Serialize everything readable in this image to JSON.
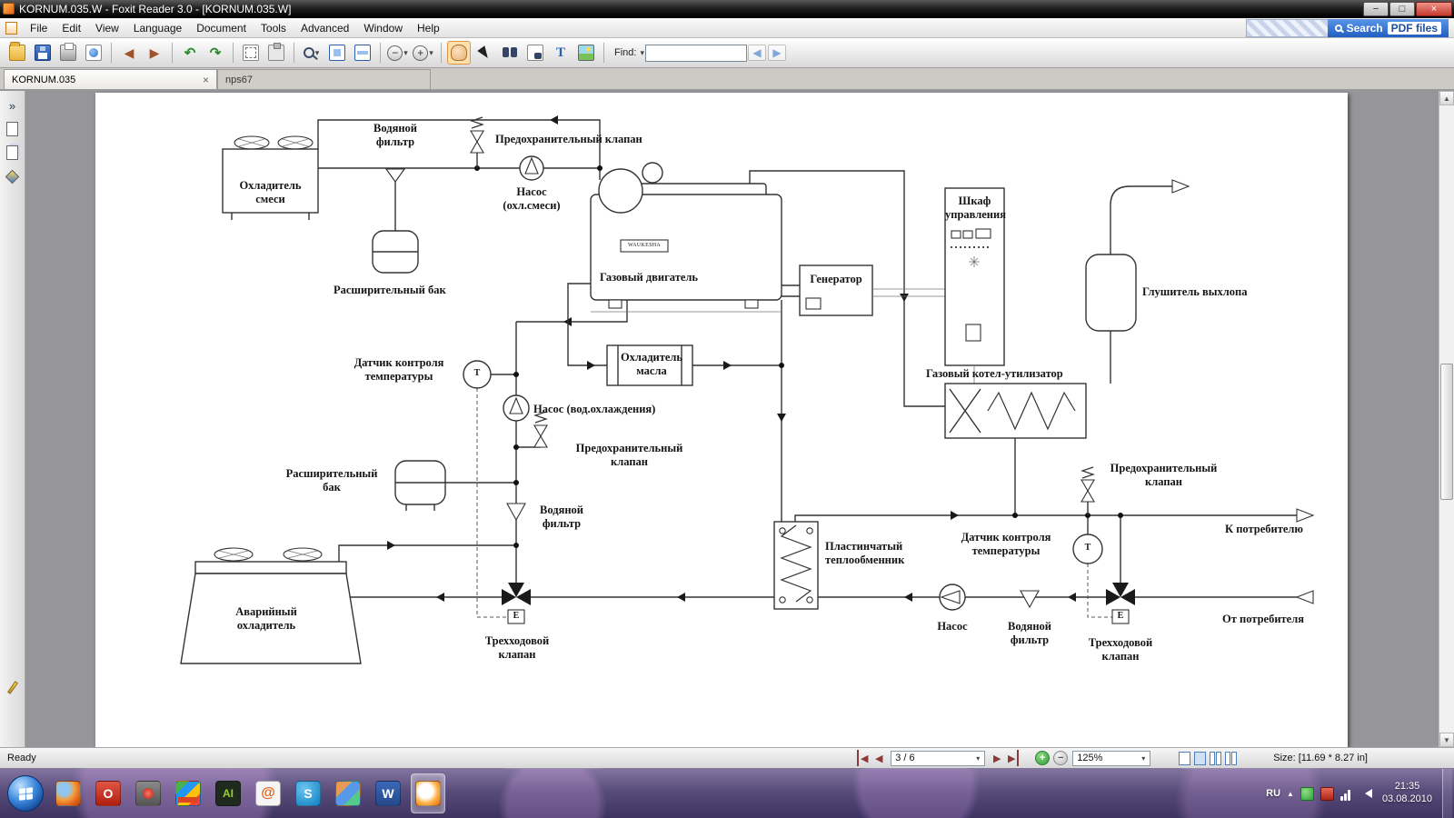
{
  "window": {
    "title": "KORNUM.035.W - Foxit Reader 3.0 - [KORNUM.035.W]"
  },
  "menu": {
    "items": [
      "File",
      "Edit",
      "View",
      "Language",
      "Document",
      "Tools",
      "Advanced",
      "Window",
      "Help"
    ],
    "search_word": "Search",
    "search_pdf": "PDF files"
  },
  "toolbar": {
    "find_label": "Find:"
  },
  "tabs": {
    "tab1": "KORNUM.035",
    "tab2": "nps67"
  },
  "statusbar": {
    "ready": "Ready",
    "page_indicator": "3 / 6",
    "zoom_level": "125%",
    "size_info": "Size: [11.69 * 8.27 in]"
  },
  "taskbar": {
    "language": "RU",
    "time": "21:35",
    "date": "03.08.2010"
  },
  "icons": {
    "close": "×",
    "minimize": "−",
    "maximize": "□",
    "back": "◀",
    "forward": "▶",
    "prev_view": "↶",
    "next_view": "↷",
    "caret": "▾",
    "zoom_in": "+",
    "zoom_out": "−",
    "text_tool": "T",
    "chevrons": "»",
    "scroll_up": "▲",
    "scroll_down": "▼",
    "hidden_icons": "▲",
    "opera": "O",
    "skype": "S",
    "word": "W",
    "illustrator": "AI",
    "mail": "@"
  },
  "diagram": {
    "labels": {
      "mixture_cooler": "Охладитель смеси",
      "water_filter_top": "Водяной фильтр",
      "safety_valve_top": "Предохранительный клапан",
      "pump_mixture": "Насос (охл.смеси)",
      "expansion_tank_top": "Расширительный бак",
      "gas_engine": "Газовый двигатель",
      "generator": "Генератор",
      "control_cabinet": "Шкаф управления",
      "exhaust_muffler": "Глушитель выхлопа",
      "oil_cooler": "Охладитель масла",
      "temp_sensor_left": "Датчик контроля температуры",
      "pump_water": "Насос (вод.охлаждения)",
      "safety_valve_mid": "Предохранительный клапан",
      "expansion_tank_bottom": "Расширительный бак",
      "water_filter_mid": "Водяной фильтр",
      "waste_heat_boiler": "Газовый котел-утилизатор",
      "plate_heat_exchanger": "Пластинчатый теплообменник",
      "temp_sensor_right": "Датчик контроля температуры",
      "safety_valve_right": "Предохранительный клапан",
      "to_consumer": "К потребителю",
      "from_consumer": "От потребителя",
      "pump_bottom": "Насос",
      "water_filter_bottom": "Водяной фильтр",
      "three_way_valve_right": "Трехходовой клапан",
      "three_way_valve_left": "Трехходовой клапан",
      "emergency_cooler": "Аварийный охладитель"
    },
    "letters": {
      "sensor": "T",
      "actuator": "E",
      "brand": "WAUKESHA"
    }
  }
}
